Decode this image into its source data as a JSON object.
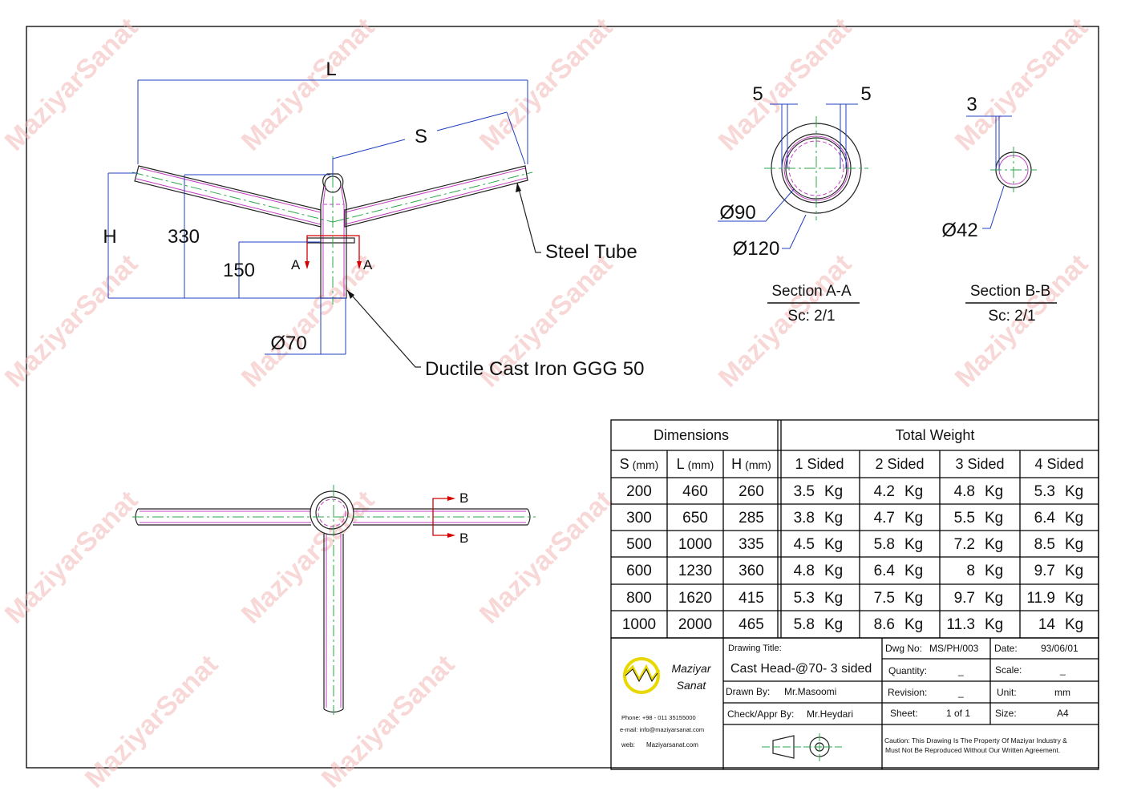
{
  "watermark": "MaziyarSanat",
  "side_view": {
    "L": "L",
    "S": "S",
    "H": "H",
    "h330": "330",
    "h150": "150",
    "d70": "Ø70",
    "section_mark": "A",
    "steel_tube": "Steel Tube",
    "cast_iron": "Ductile Cast Iron GGG 50"
  },
  "section_aa": {
    "t1": "5",
    "t2": "5",
    "d_inner": "Ø90",
    "d_outer": "Ø120",
    "title": "Section A-A",
    "scale": "Sc: 2/1"
  },
  "section_bb": {
    "t": "3",
    "d": "Ø42",
    "title": "Section B-B",
    "scale": "Sc: 2/1"
  },
  "top_view": {
    "section_mark": "B"
  },
  "table": {
    "dimensions_header": "Dimensions",
    "weight_header": "Total Weight",
    "dim_columns": [
      [
        "S",
        "(mm)"
      ],
      [
        "L",
        "(mm)"
      ],
      [
        "H",
        "(mm)"
      ]
    ],
    "weight_columns": [
      "1 Sided",
      "2 Sided",
      "3 Sided",
      "4 Sided"
    ],
    "unit": "Kg",
    "rows": [
      {
        "dims": [
          "200",
          "460",
          "260"
        ],
        "weights": [
          "3.5",
          "4.2",
          "4.8",
          "5.3"
        ]
      },
      {
        "dims": [
          "300",
          "650",
          "285"
        ],
        "weights": [
          "3.8",
          "4.7",
          "5.5",
          "6.4"
        ]
      },
      {
        "dims": [
          "500",
          "1000",
          "335"
        ],
        "weights": [
          "4.5",
          "5.8",
          "7.2",
          "8.5"
        ]
      },
      {
        "dims": [
          "600",
          "1230",
          "360"
        ],
        "weights": [
          "4.8",
          "6.4",
          "8",
          "9.7"
        ]
      },
      {
        "dims": [
          "800",
          "1620",
          "415"
        ],
        "weights": [
          "5.3",
          "7.5",
          "9.7",
          "11.9"
        ]
      },
      {
        "dims": [
          "1000",
          "2000",
          "465"
        ],
        "weights": [
          "5.8",
          "8.6",
          "11.3",
          "14"
        ]
      }
    ]
  },
  "title_block": {
    "logo_line1": "Maziyar",
    "logo_line2": "Sanat",
    "phone": "Phone: +98 - 011 35155000",
    "email": "e-mail:  info@maziyarsanat.com",
    "web_label": "web:",
    "web": "Maziyarsanat.com",
    "drawing_title_label": "Drawing Title:",
    "drawing_title": "Cast Head-@70- 3 sided",
    "drawn_by_label": "Drawn By:",
    "drawn_by": "Mr.Masoomi",
    "check_label": "Check/Appr By:",
    "check": "Mr.Heydari",
    "dwg_no_label": "Dwg No:",
    "dwg_no": "MS/PH/003",
    "quantity_label": "Quantity:",
    "quantity": "_",
    "revision_label": "Revision:",
    "revision": "_",
    "sheet_label": "Sheet:",
    "sheet": "1 of 1",
    "date_label": "Date:",
    "date": "93/06/01",
    "scale_label": "Scale:",
    "scale": "_",
    "unit_label": "Unit:",
    "unit": "mm",
    "size_label": "Size:",
    "size": "A4",
    "caution_1": "Caution: This Drawing Is The Property Of Maziyar Industry &",
    "caution_2": "Must Not Be Reproduced Without Our Written Agreement."
  }
}
